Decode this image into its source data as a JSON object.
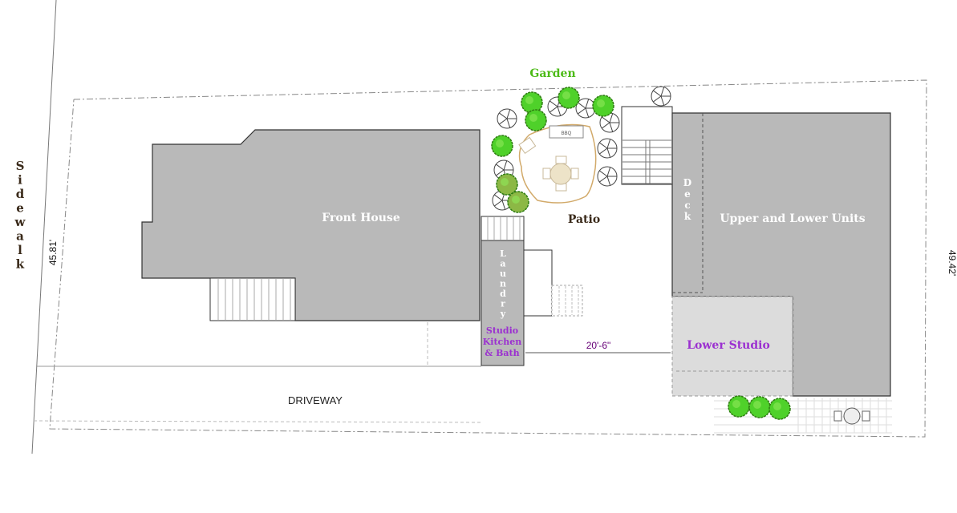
{
  "labels": {
    "garden": "Garden",
    "patio": "Patio",
    "front_house": "Front House",
    "units": "Upper and Lower Units",
    "deck": [
      "D",
      "e",
      "c",
      "k"
    ],
    "laundry": [
      "L",
      "a",
      "u",
      "n",
      "d",
      "r",
      "y"
    ],
    "studio_kitchen": [
      "Studio",
      "Kitchen",
      "& Bath"
    ],
    "lower_studio": "Lower Studio",
    "driveway": "DRIVEWAY",
    "sidewalk": [
      "S",
      "i",
      "d",
      "e",
      "w",
      "a",
      "l",
      "k"
    ],
    "dim_left": "45.81'",
    "dim_right": "49.42'",
    "dim_gap": "20'-6\"",
    "bbq": "BBQ"
  },
  "colors": {
    "building": "#b9b9b9",
    "studio": "#dcdcdc",
    "garden_text": "#4cbb17",
    "purple": "#9b30d0",
    "dark_text": "#3a2a1a",
    "patio_outline": "#d2aa6a",
    "dim_text": "#660077"
  }
}
